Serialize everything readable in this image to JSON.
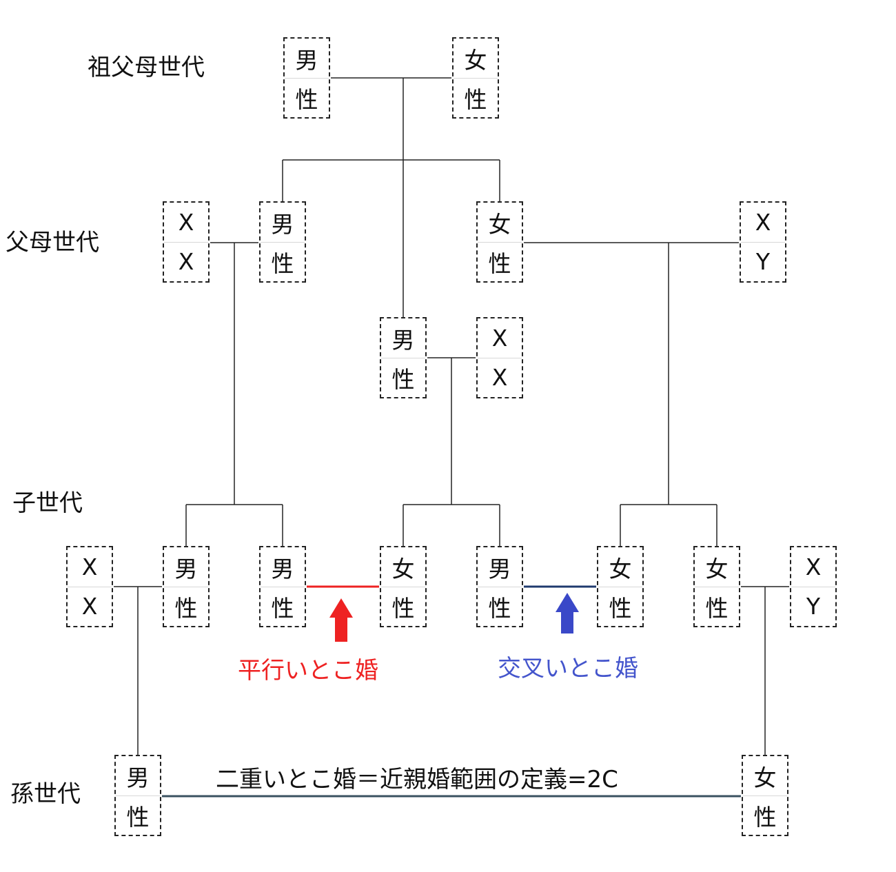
{
  "colors": {
    "line": "#222222",
    "parallel": "#ee2222",
    "cross_line": "#1f3a6e",
    "cross_text": "#4455cc",
    "double_line": "#3a5160"
  },
  "generations": {
    "grandparents": "祖父母世代",
    "parents": "父母世代",
    "children": "子世代",
    "grandchildren": "孫世代"
  },
  "boxes": {
    "gp_male": {
      "top": "男",
      "bottom": "性"
    },
    "gp_female": {
      "top": "女",
      "bottom": "性"
    },
    "p_xx_left": {
      "top": "X",
      "bottom": "X"
    },
    "p_male": {
      "top": "男",
      "bottom": "性"
    },
    "p_female": {
      "top": "女",
      "bottom": "性"
    },
    "p_xy_right": {
      "top": "X",
      "bottom": "Y"
    },
    "m_male": {
      "top": "男",
      "bottom": "性"
    },
    "m_xx": {
      "top": "X",
      "bottom": "X"
    },
    "c_xx": {
      "top": "X",
      "bottom": "X"
    },
    "c_male1": {
      "top": "男",
      "bottom": "性"
    },
    "c_male2": {
      "top": "男",
      "bottom": "性"
    },
    "c_female1": {
      "top": "女",
      "bottom": "性"
    },
    "c_male3": {
      "top": "男",
      "bottom": "性"
    },
    "c_female2": {
      "top": "女",
      "bottom": "性"
    },
    "c_female3": {
      "top": "女",
      "bottom": "性"
    },
    "c_xy": {
      "top": "X",
      "bottom": "Y"
    },
    "g_male": {
      "top": "男",
      "bottom": "性"
    },
    "g_female": {
      "top": "女",
      "bottom": "性"
    }
  },
  "labels": {
    "parallel": "平行いとこ婚",
    "cross": "交叉いとこ婚",
    "double": "二重いとこ婚＝近親婚範囲の定義=2C"
  }
}
